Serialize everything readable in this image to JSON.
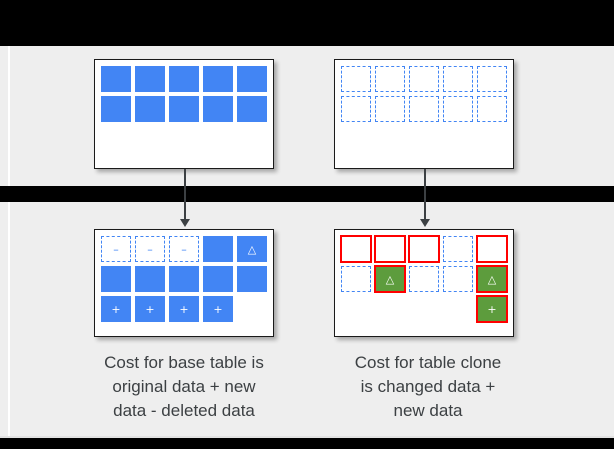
{
  "slide": {
    "background_color": "#eeeeee",
    "letterbox_color": "#000000",
    "accent_blue": "#4285f4",
    "accent_green": "#5d9c3d",
    "accent_red": "#ff0000",
    "text_color": "#3c4043"
  },
  "glyphs": {
    "minus": "–",
    "plus": "+",
    "delta": "△"
  },
  "tables": {
    "top_left": {
      "name": "base-table-original",
      "rows": [
        [
          {
            "state": "filled",
            "glyph": ""
          },
          {
            "state": "filled",
            "glyph": ""
          },
          {
            "state": "filled",
            "glyph": ""
          },
          {
            "state": "filled",
            "glyph": ""
          },
          {
            "state": "filled",
            "glyph": ""
          }
        ],
        [
          {
            "state": "filled",
            "glyph": ""
          },
          {
            "state": "filled",
            "glyph": ""
          },
          {
            "state": "filled",
            "glyph": ""
          },
          {
            "state": "filled",
            "glyph": ""
          },
          {
            "state": "filled",
            "glyph": ""
          }
        ]
      ]
    },
    "top_right": {
      "name": "clone-table-original",
      "rows": [
        [
          {
            "state": "ghost",
            "glyph": ""
          },
          {
            "state": "ghost",
            "glyph": ""
          },
          {
            "state": "ghost",
            "glyph": ""
          },
          {
            "state": "ghost",
            "glyph": ""
          },
          {
            "state": "ghost",
            "glyph": ""
          }
        ],
        [
          {
            "state": "ghost",
            "glyph": ""
          },
          {
            "state": "ghost",
            "glyph": ""
          },
          {
            "state": "ghost",
            "glyph": ""
          },
          {
            "state": "ghost",
            "glyph": ""
          },
          {
            "state": "ghost",
            "glyph": ""
          }
        ]
      ]
    },
    "bottom_left": {
      "name": "base-table-after",
      "rows": [
        [
          {
            "state": "ghost",
            "glyph": "–"
          },
          {
            "state": "ghost",
            "glyph": "–"
          },
          {
            "state": "ghost",
            "glyph": "–"
          },
          {
            "state": "filled",
            "glyph": ""
          },
          {
            "state": "filled",
            "glyph": "△"
          }
        ],
        [
          {
            "state": "filled",
            "glyph": ""
          },
          {
            "state": "filled",
            "glyph": ""
          },
          {
            "state": "filled",
            "glyph": ""
          },
          {
            "state": "filled",
            "glyph": ""
          },
          {
            "state": "filled",
            "glyph": ""
          }
        ],
        [
          {
            "state": "filled",
            "glyph": "+"
          },
          {
            "state": "filled",
            "glyph": "+"
          },
          {
            "state": "filled",
            "glyph": "+"
          },
          {
            "state": "filled",
            "glyph": "+"
          },
          {
            "state": "empty",
            "glyph": ""
          }
        ]
      ]
    },
    "bottom_right": {
      "name": "clone-table-after",
      "rows": [
        [
          {
            "state": "ghost",
            "glyph": "",
            "marked": true
          },
          {
            "state": "ghost",
            "glyph": "",
            "marked": true
          },
          {
            "state": "ghost",
            "glyph": "",
            "marked": true
          },
          {
            "state": "ghost",
            "glyph": "",
            "marked": false
          },
          {
            "state": "ghost",
            "glyph": "",
            "marked": true
          }
        ],
        [
          {
            "state": "ghost",
            "glyph": "",
            "marked": false
          },
          {
            "state": "green",
            "glyph": "△",
            "marked": true
          },
          {
            "state": "ghost",
            "glyph": "",
            "marked": false
          },
          {
            "state": "ghost",
            "glyph": "",
            "marked": false
          },
          {
            "state": "green",
            "glyph": "△",
            "marked": true
          }
        ],
        [
          {
            "state": "empty",
            "glyph": "",
            "marked": false
          },
          {
            "state": "empty",
            "glyph": "",
            "marked": false
          },
          {
            "state": "empty",
            "glyph": "",
            "marked": false
          },
          {
            "state": "empty",
            "glyph": "",
            "marked": false
          },
          {
            "state": "green",
            "glyph": "+",
            "marked": true
          }
        ]
      ]
    }
  },
  "captions": {
    "left": "Cost for base table is original data + new data - deleted data",
    "left_lines": [
      "Cost for base table is",
      "original data + new",
      "data - deleted data"
    ],
    "right": "Cost for table clone is changed data + new data",
    "right_lines": [
      "Cost for table clone",
      "is changed data +",
      "new data"
    ]
  }
}
